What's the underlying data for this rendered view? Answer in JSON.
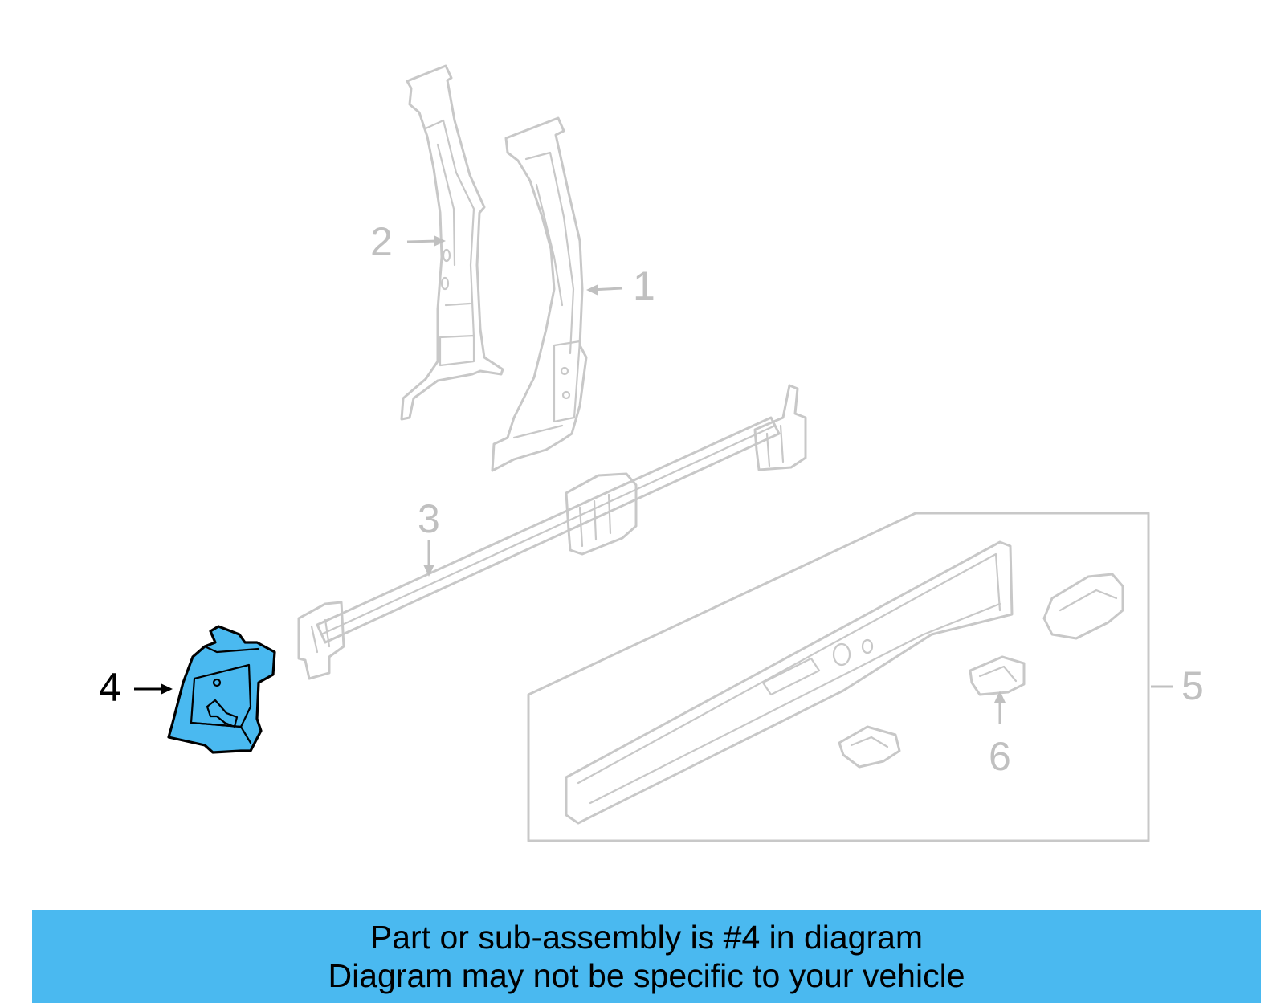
{
  "caption": {
    "line1": "Part or sub-assembly is #4 in diagram",
    "line2": "Diagram may not be specific to your vehicle"
  },
  "highlight_color": "#4ab9f0",
  "callouts": {
    "c1": "1",
    "c2": "2",
    "c3": "3",
    "c4": "4",
    "c5": "5",
    "c6": "6"
  },
  "selected_part": "4"
}
